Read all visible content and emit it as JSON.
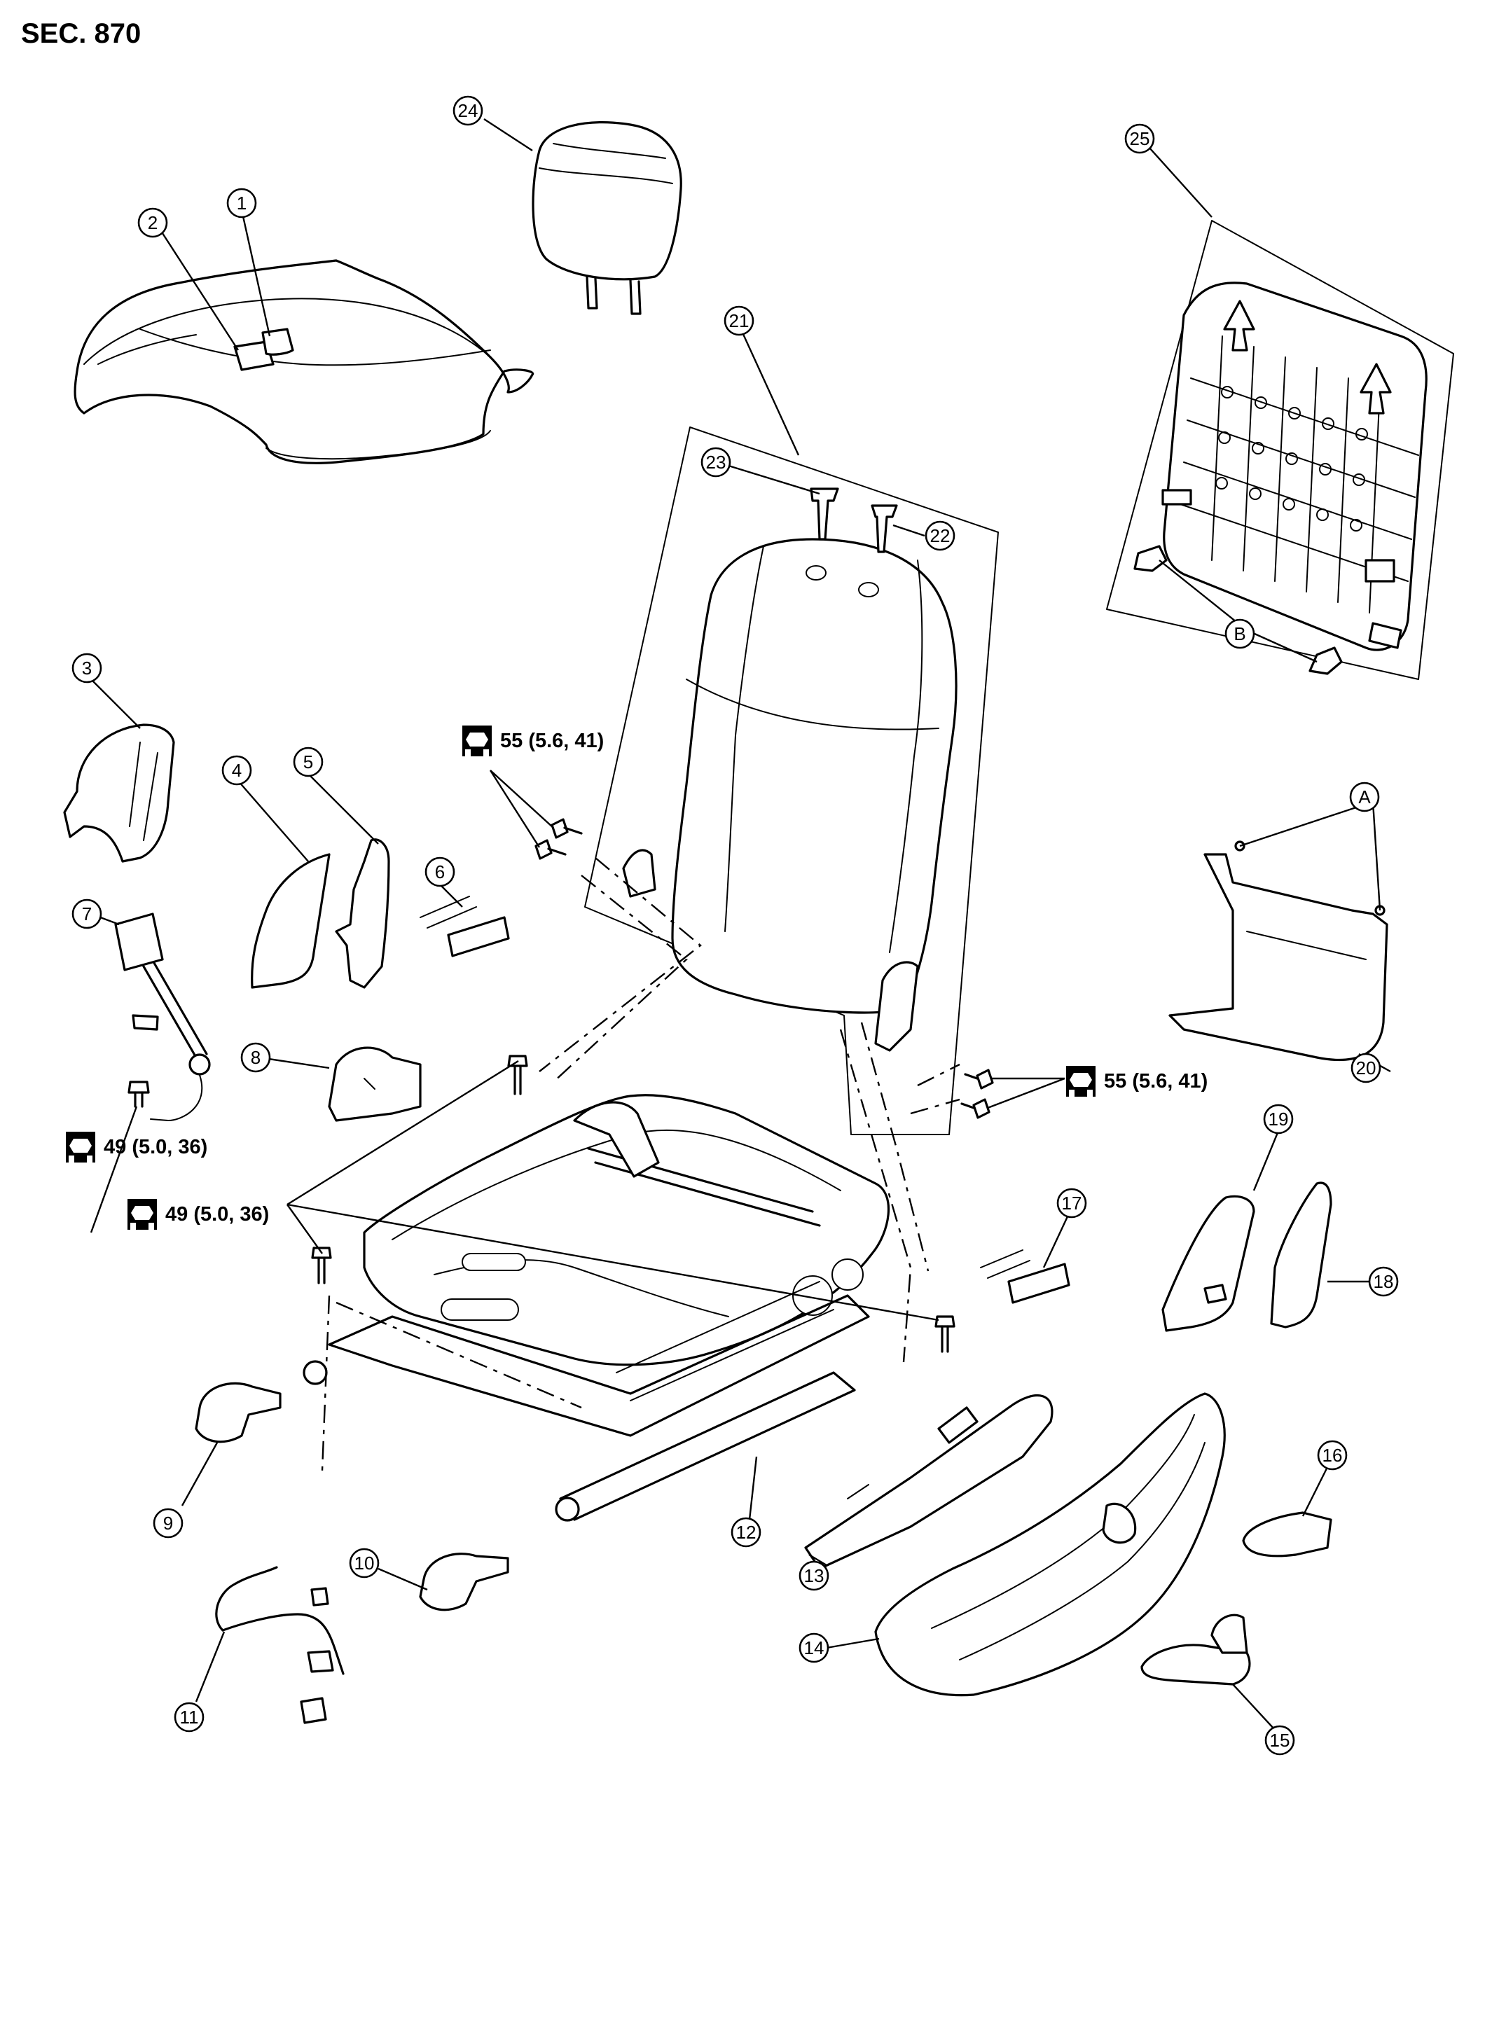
{
  "section": "SEC. 870",
  "torque_specs": [
    {
      "id": "torque-seatback-left",
      "value": "55 (5.6, 41)"
    },
    {
      "id": "torque-seatback-right",
      "value": "55 (5.6, 41)"
    },
    {
      "id": "torque-seatbelt-buckle",
      "value": "49 (5.0, 36)"
    },
    {
      "id": "torque-cushion-frame",
      "value": "49 (5.0, 36)"
    }
  ],
  "callouts": [
    "1",
    "2",
    "3",
    "4",
    "5",
    "6",
    "7",
    "8",
    "9",
    "10",
    "11",
    "12",
    "13",
    "14",
    "15",
    "16",
    "17",
    "18",
    "19",
    "20",
    "21",
    "22",
    "23",
    "24",
    "25",
    "A",
    "B"
  ],
  "icon_names": [
    "wrench-torque-icon",
    "bolt-icon",
    "clip-icon"
  ],
  "colors": {
    "ink": "#000000",
    "paper": "#ffffff"
  }
}
